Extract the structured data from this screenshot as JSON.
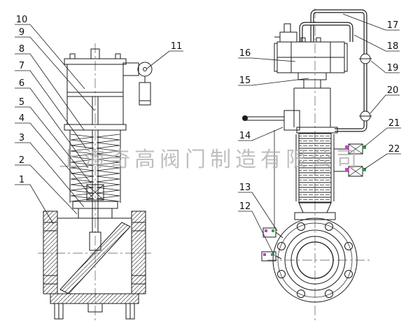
{
  "watermark": "上海奇高阀门制造有限公司",
  "colors": {
    "line": "#1a1a1a",
    "watermark": "#b0b0b0",
    "mark_magenta": "#cc3fcc",
    "mark_green": "#2fa44f"
  },
  "callouts": {
    "c1": "1",
    "c2": "2",
    "c3": "3",
    "c4": "4",
    "c5": "5",
    "c6": "6",
    "c7": "7",
    "c8": "8",
    "c9": "9",
    "c10": "10",
    "c11": "11",
    "c12": "12",
    "c13": "13",
    "c14": "14",
    "c15": "15",
    "c16": "16",
    "c17": "17",
    "c18": "18",
    "c19": "19",
    "c20": "20",
    "c21": "21",
    "c22": "22"
  }
}
